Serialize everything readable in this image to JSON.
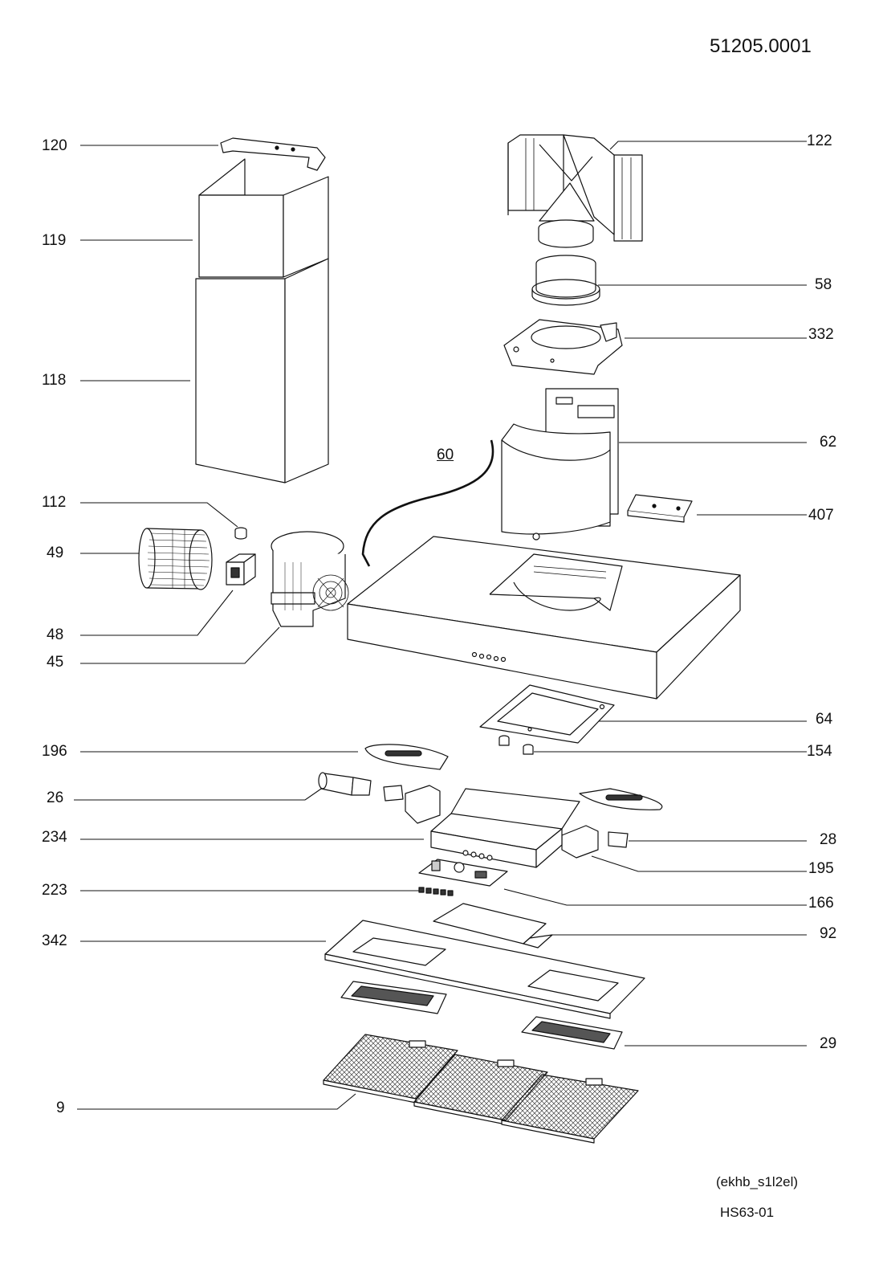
{
  "document_number": "51205.0001",
  "footer": {
    "model_code": "(ekhb_s1l2el)",
    "drawing_code": "HS63-01"
  },
  "callouts": {
    "c120": "120",
    "c119": "119",
    "c118": "118",
    "c112": "112",
    "c49": "49",
    "c48": "48",
    "c45": "45",
    "c196": "196",
    "c26": "26",
    "c234": "234",
    "c223": "223",
    "c342": "342",
    "c9": "9",
    "c122": "122",
    "c58": "58",
    "c332": "332",
    "c60": "60",
    "c62": "62",
    "c407": "407",
    "c64": "64",
    "c154": "154",
    "c28": "28",
    "c195": "195",
    "c166": "166",
    "c92": "92",
    "c29": "29"
  }
}
